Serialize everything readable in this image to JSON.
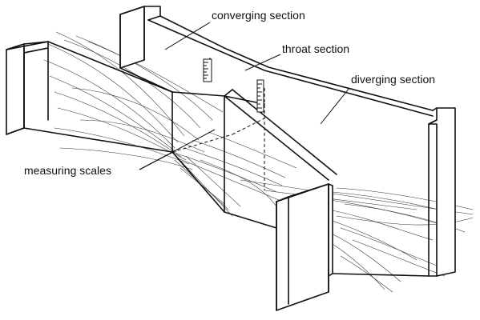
{
  "labels": {
    "converging": "converging section",
    "throat": "throat section",
    "diverging": "diverging section",
    "measuring": "measuring scales"
  },
  "colors": {
    "ink": "#111111",
    "paper": "#ffffff"
  }
}
